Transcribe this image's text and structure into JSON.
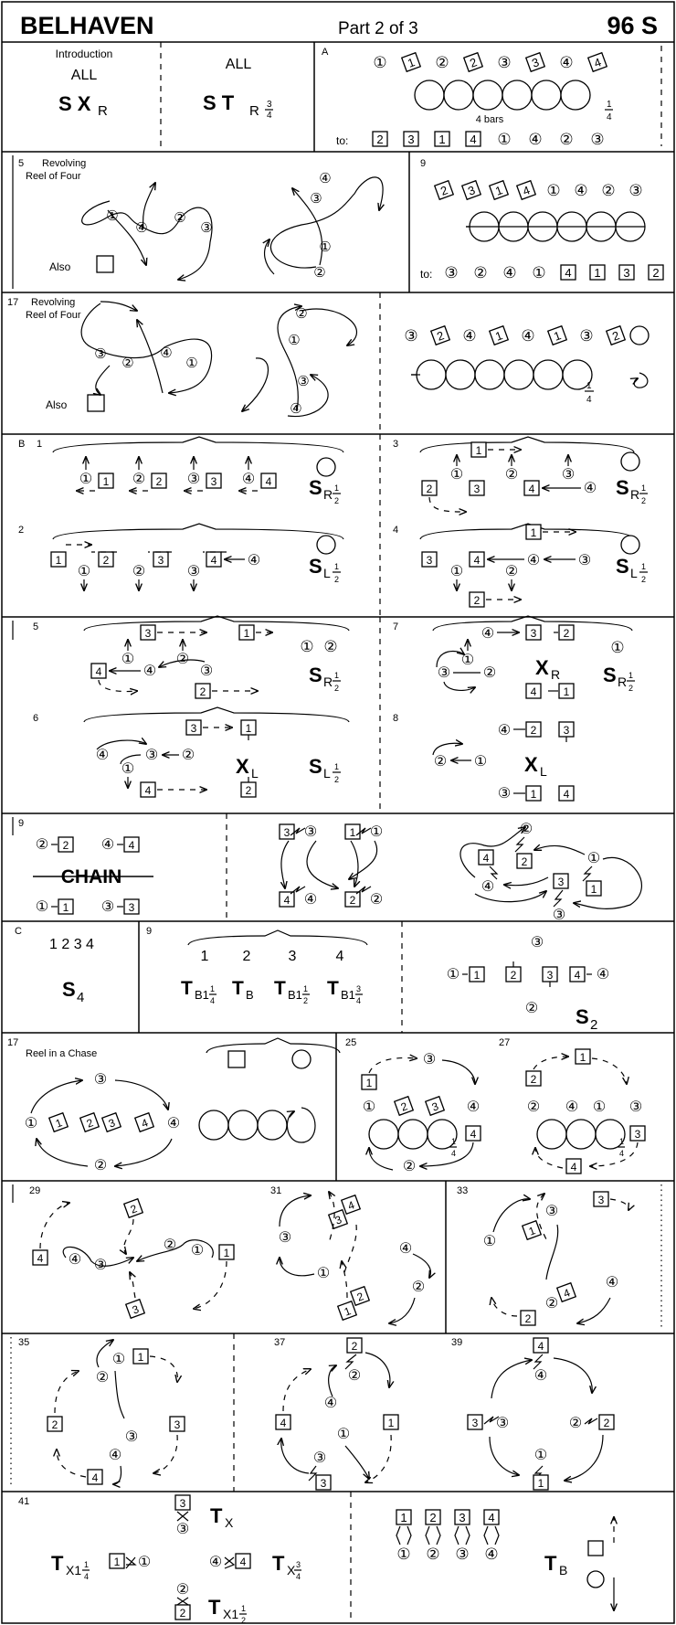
{
  "header": {
    "title": "BELHAVEN",
    "part": "Part 2 of 3",
    "code": "96 S"
  },
  "row1": {
    "intro_label": "Introduction",
    "intro_all": "ALL",
    "intro_formation": "S X",
    "intro_sub": "R",
    "mid_all": "ALL",
    "mid_formation": "S T",
    "mid_sub": "R",
    "mid_frac_num": "3",
    "mid_frac_den": "4",
    "section_a": "A",
    "a_sequence": [
      "1",
      "1",
      "2",
      "2",
      "3",
      "3",
      "4",
      "4"
    ],
    "bars_label": "4 bars",
    "quarter_num": "1",
    "quarter_den": "4",
    "to_label": "to:",
    "to_sequence": [
      "2",
      "3",
      "1",
      "4",
      "1",
      "4",
      "2",
      "3"
    ]
  },
  "row2": {
    "bar": "5",
    "figure_name_1": "Revolving",
    "figure_name_2": "Reel of Four",
    "also_label": "Also",
    "bar_right": "9",
    "top_sequence": [
      "2",
      "3",
      "1",
      "4",
      "1",
      "4",
      "2",
      "3"
    ],
    "to_label": "to:",
    "to_sequence": [
      "3",
      "2",
      "4",
      "1",
      "4",
      "1",
      "3",
      "2"
    ]
  },
  "row3": {
    "bar": "17",
    "figure_name_1": "Revolving",
    "figure_name_2": "Reel of Four",
    "also_label": "Also",
    "top_sequence": [
      "3",
      "2",
      "4",
      "1",
      "4",
      "1",
      "3",
      "2"
    ],
    "quarter_num": "1",
    "quarter_den": "4"
  },
  "row4": {
    "section": "B",
    "bars": [
      "1",
      "2",
      "3",
      "4"
    ],
    "formation": "S",
    "sub_r": "R",
    "sub_l": "L",
    "half_num": "1",
    "half_den": "2"
  },
  "row5": {
    "bars": [
      "5",
      "6",
      "7",
      "8"
    ],
    "formation": "S",
    "x_label": "X",
    "sub_r": "R",
    "sub_l": "L",
    "half_num": "1",
    "half_den": "2"
  },
  "row6": {
    "bar": "9",
    "chain_label": "CHAIN"
  },
  "row7": {
    "section": "C",
    "counts": "1 2 3 4",
    "s4": "S",
    "s4_sub": "4",
    "bar": "9",
    "beat_numbers": [
      "1",
      "2",
      "3",
      "4"
    ],
    "turns": [
      "T",
      "T",
      "T",
      "T"
    ],
    "turn_subs": [
      "B1",
      "B",
      "B1",
      "B1"
    ],
    "turn_fracs": [
      [
        "1",
        "4"
      ],
      null,
      [
        "1",
        "2"
      ],
      [
        "3",
        "4"
      ]
    ],
    "s2": "S",
    "s2_sub": "2"
  },
  "row8": {
    "bar": "17",
    "figure_name": "Reel in a Chase",
    "bars": [
      "25",
      "27"
    ],
    "quarter_num": "1",
    "quarter_den": "4"
  },
  "row9": {
    "bars": [
      "29",
      "31",
      "33"
    ]
  },
  "row10": {
    "bars": [
      "35",
      "37",
      "39"
    ]
  },
  "row11": {
    "bar": "41",
    "turn": "T",
    "subs": [
      "X1",
      "X",
      "X",
      "X1",
      "B"
    ],
    "fracs": [
      [
        "1",
        "4"
      ],
      null,
      [
        "3",
        "4"
      ],
      [
        "1",
        "2"
      ]
    ]
  }
}
